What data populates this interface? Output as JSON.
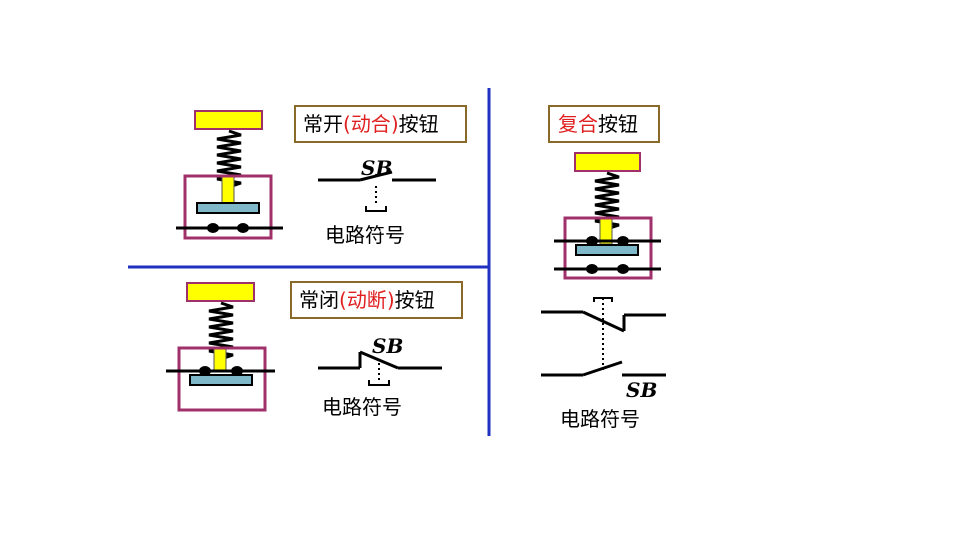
{
  "panels": {
    "normally_open": {
      "title_prefix": "常开",
      "title_paren_open": "(",
      "title_red": "动合",
      "title_paren_close": ")",
      "title_suffix": "按钮",
      "symbol_label": "SB",
      "caption": "电路符号"
    },
    "normally_closed": {
      "title_prefix": "常闭",
      "title_paren_open": "(",
      "title_red": "动断",
      "title_paren_close": ")",
      "title_suffix": "按钮",
      "symbol_label": "SB",
      "caption": "电路符号"
    },
    "compound": {
      "title_red": "复合",
      "title_suffix": "按钮",
      "symbol_label": "SB",
      "caption": "电路符号"
    }
  },
  "colors": {
    "divider": "#2030c0",
    "cap": "#ffff00",
    "stem": "#ffff00",
    "housing": "#a0306a",
    "contact_bar": "#7fb8c8",
    "title_border": "#8a6a2a",
    "red_text": "#e02020"
  }
}
